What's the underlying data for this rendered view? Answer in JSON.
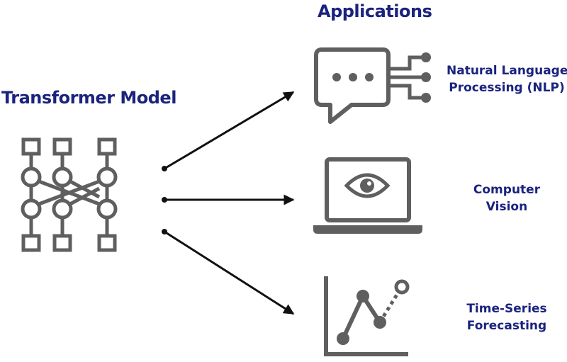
{
  "headers": {
    "applications": "Applications",
    "model": "Transformer Model"
  },
  "applications": [
    {
      "id": "nlp",
      "lines": [
        "Natural Language",
        "Processing (NLP)"
      ],
      "icon": "chat-bubble-circuit-icon"
    },
    {
      "id": "cv",
      "lines": [
        "Computer",
        "Vision"
      ],
      "icon": "laptop-eye-icon"
    },
    {
      "id": "ts",
      "lines": [
        "Time-Series",
        "Forecasting"
      ],
      "icon": "line-chart-forecast-icon"
    }
  ],
  "colors": {
    "heading": "#1a237e",
    "icon": "#5f5f5f",
    "arrow": "#111111"
  }
}
